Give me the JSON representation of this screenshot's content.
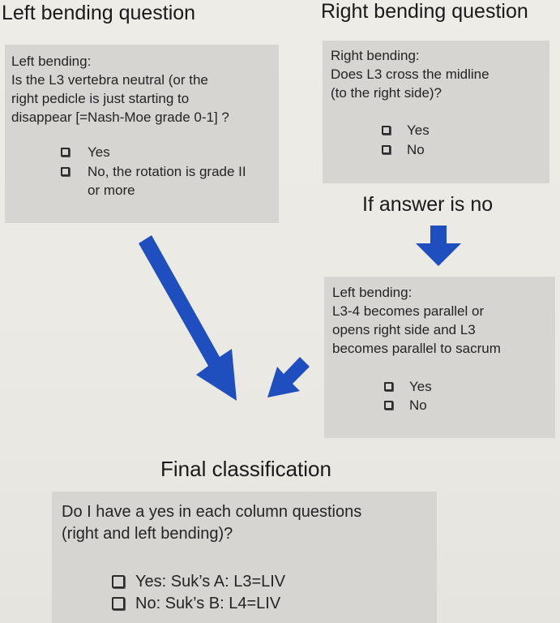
{
  "left_column": {
    "heading": "Left bending question",
    "question": "Left bending:\nIs the L3 vertebra neutral (or the\nright pedicle is just starting to\ndisappear [=Nash-Moe grade 0-1] ?",
    "options": [
      "Yes",
      "No, the rotation is grade II\nor more"
    ]
  },
  "right_column": {
    "heading": "Right bending question",
    "question": "Right bending:\nDoes L3 cross the midline\n(to the right side)?",
    "options": [
      "Yes",
      "No"
    ],
    "branch_label": "If answer is no",
    "followup_question": "Left bending:\nL3-4 becomes parallel or\nopens right side and L3\nbecomes parallel to sacrum",
    "followup_options": [
      "Yes",
      "No"
    ]
  },
  "final": {
    "heading": "Final classification",
    "question": "Do I have a yes in each column questions\n(right and left bending)?",
    "options": [
      "Yes: Suk’s A: L3=LIV",
      "No: Suk’s B: L4=LIV"
    ]
  },
  "colors": {
    "box_fill": "#d6d5d2",
    "arrow_blue": "#1f4fbf",
    "background": "#ecebe5"
  },
  "icons": [
    "checkbox-icon",
    "arrow-down-icon",
    "arrow-diagonal-down-right-icon",
    "arrow-diagonal-down-left-icon"
  ]
}
